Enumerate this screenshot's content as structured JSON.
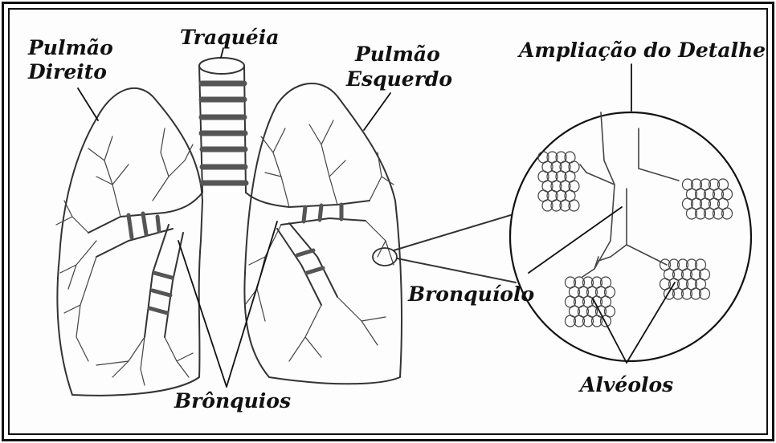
{
  "labels": {
    "pulmao_direito_1": "Pulmão",
    "pulmao_direito_2": "Direito",
    "traqueia": "Traquéia",
    "pulmao_esquerdo_1": "Pulmão",
    "pulmao_esquerdo_2": "Esquerdo",
    "ampliacao": "Ampliação do Detalhe",
    "bronquiolo": "Bronquíolo",
    "bronquios": "Brônquios",
    "alveolos": "Alvéolos"
  },
  "colors": {
    "ink": "#111111",
    "pencil": "#333333",
    "paper": "#fdfdfd"
  }
}
